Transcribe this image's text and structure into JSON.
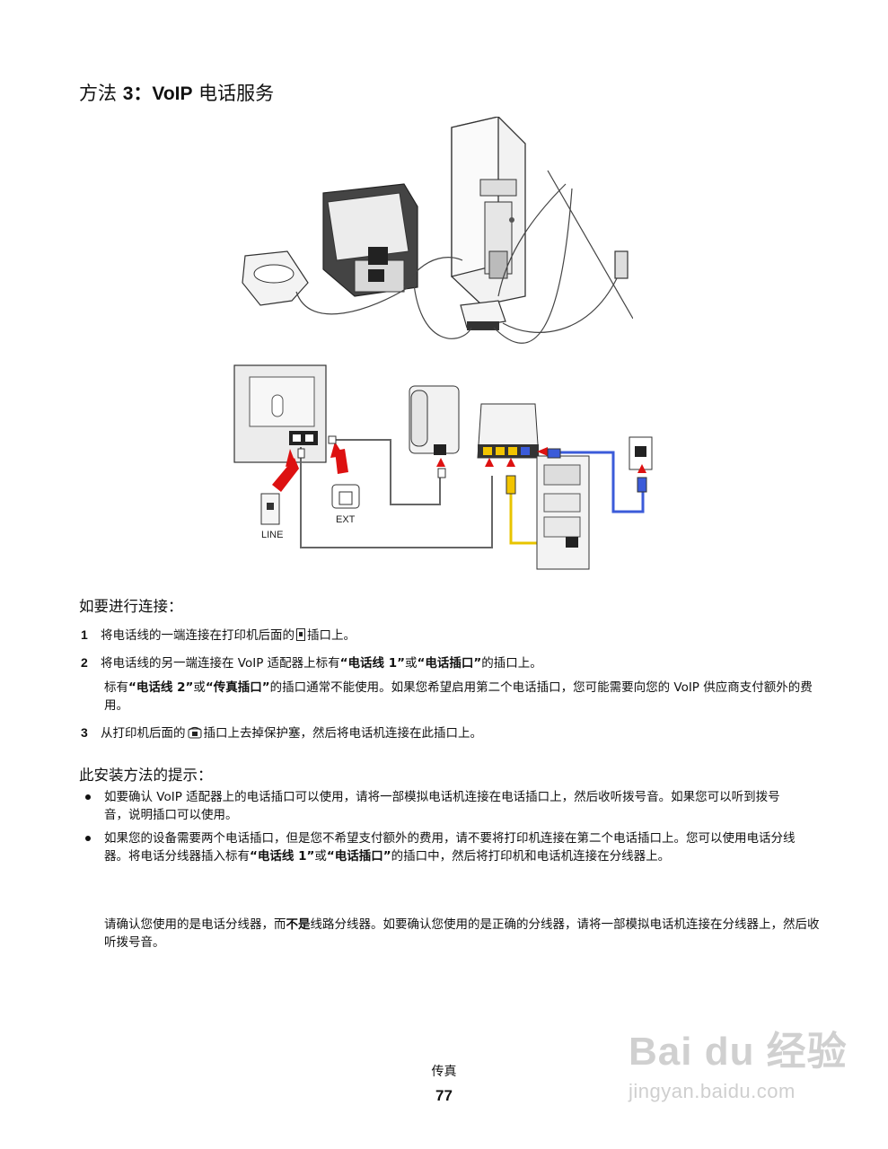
{
  "title": {
    "prefix": "方法 ",
    "bold": "3：VoIP",
    "suffix": " 电话服务"
  },
  "diagram_labels": {
    "line": "LINE",
    "ext": "EXT"
  },
  "connect": {
    "heading": "如要进行连接：",
    "steps": [
      {
        "num": "1",
        "text_a": "将电话线的一端连接在打印机后面的",
        "text_b": "插口上。"
      },
      {
        "num": "2",
        "text": "将电话线的另一端连接在 VoIP 适配器上标有",
        "q1": "“电话线 1”",
        "or": "或",
        "q2": "“电话插口”",
        "tail": "的插口上。"
      },
      {
        "num": "3",
        "text_a": "从打印机后面的",
        "text_b": "插口上去掉保护塞，然后将电话机连接在此插口上。"
      }
    ],
    "note": {
      "pre": "标有",
      "q1": "“电话线 2”",
      "or": "或",
      "q2": "“传真插口”",
      "rest": "的插口通常不能使用。如果您希望启用第二个电话插口，您可能需要向您的 VoIP 供应商支付额外的费用。"
    }
  },
  "tips": {
    "heading": "此安装方法的提示：",
    "bullet1": "如要确认 VoIP 适配器上的电话插口可以使用，请将一部模拟电话机连接在电话插口上，然后收听拨号音。如果您可以听到拨号音，说明插口可以使用。",
    "bullet2": {
      "a": "如果您的设备需要两个电话插口，但是您不希望支付额外的费用，请不要将打印机连接在第二个电话插口上。您可以使用电话分线器。将电话分线器插入标有",
      "q1": "“电话线 1”",
      "or": "或",
      "q2": "“电话插口”",
      "b": "的插口中，然后将打印机和电话机连接在分线器上。"
    },
    "para": {
      "a": "请确认您使用的是电话分线器，而",
      "bold": "不是",
      "b": "线路分线器。如要确认您使用的是正确的分线器，请将一部模拟电话机连接在分线器上，然后收听拨号音。"
    }
  },
  "footer": {
    "label": "传真",
    "page": "77"
  },
  "watermark": {
    "brand": "Bai du 经验",
    "url": "jingyan.baidu.com"
  }
}
